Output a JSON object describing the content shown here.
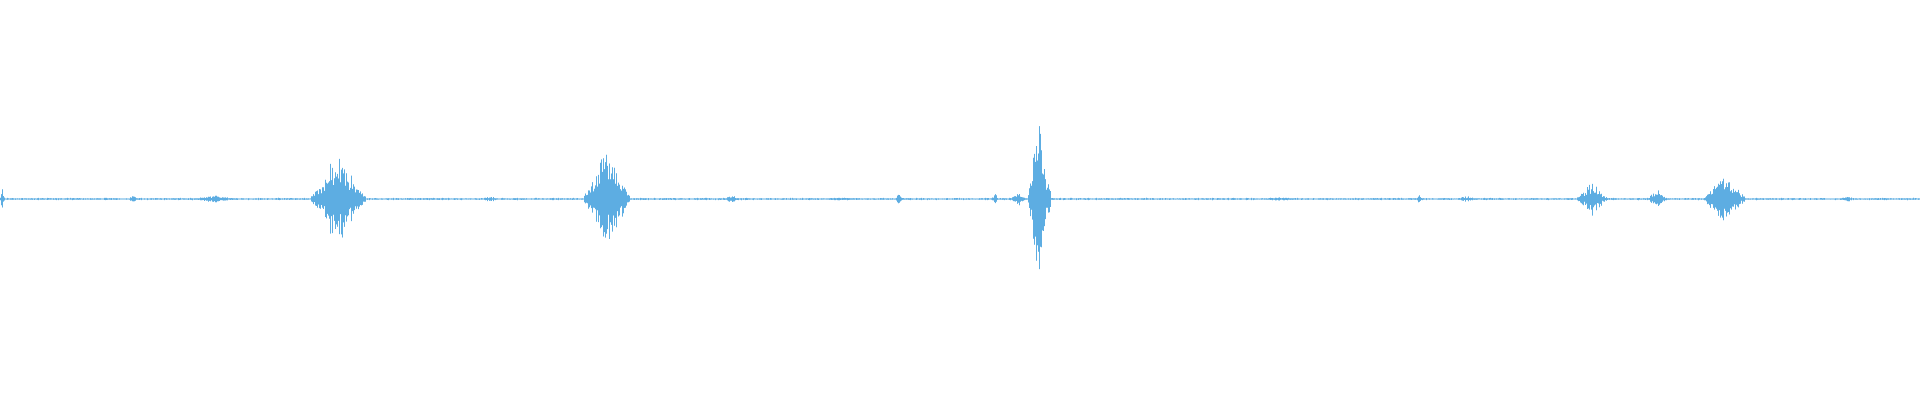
{
  "waveform": {
    "color": "#5dade2",
    "baseline_amplitude": 0.004,
    "bursts": [
      {
        "t": 0.001,
        "w": 0.002,
        "a": 0.06
      },
      {
        "t": 0.069,
        "w": 0.004,
        "a": 0.025
      },
      {
        "t": 0.112,
        "w": 0.022,
        "a": 0.018
      },
      {
        "t": 0.176,
        "w": 0.024,
        "a": 0.22
      },
      {
        "t": 0.255,
        "w": 0.008,
        "a": 0.015
      },
      {
        "t": 0.316,
        "w": 0.02,
        "a": 0.26
      },
      {
        "t": 0.381,
        "w": 0.008,
        "a": 0.018
      },
      {
        "t": 0.438,
        "w": 0.02,
        "a": 0.008
      },
      {
        "t": 0.468,
        "w": 0.003,
        "a": 0.035
      },
      {
        "t": 0.518,
        "w": 0.003,
        "a": 0.03
      },
      {
        "t": 0.53,
        "w": 0.007,
        "a": 0.035
      },
      {
        "t": 0.541,
        "w": 0.01,
        "a": 0.42
      },
      {
        "t": 0.665,
        "w": 0.03,
        "a": 0.008
      },
      {
        "t": 0.739,
        "w": 0.002,
        "a": 0.05
      },
      {
        "t": 0.764,
        "w": 0.012,
        "a": 0.015
      },
      {
        "t": 0.829,
        "w": 0.013,
        "a": 0.09
      },
      {
        "t": 0.863,
        "w": 0.009,
        "a": 0.05
      },
      {
        "t": 0.898,
        "w": 0.018,
        "a": 0.14
      },
      {
        "t": 0.962,
        "w": 0.006,
        "a": 0.02
      }
    ]
  }
}
